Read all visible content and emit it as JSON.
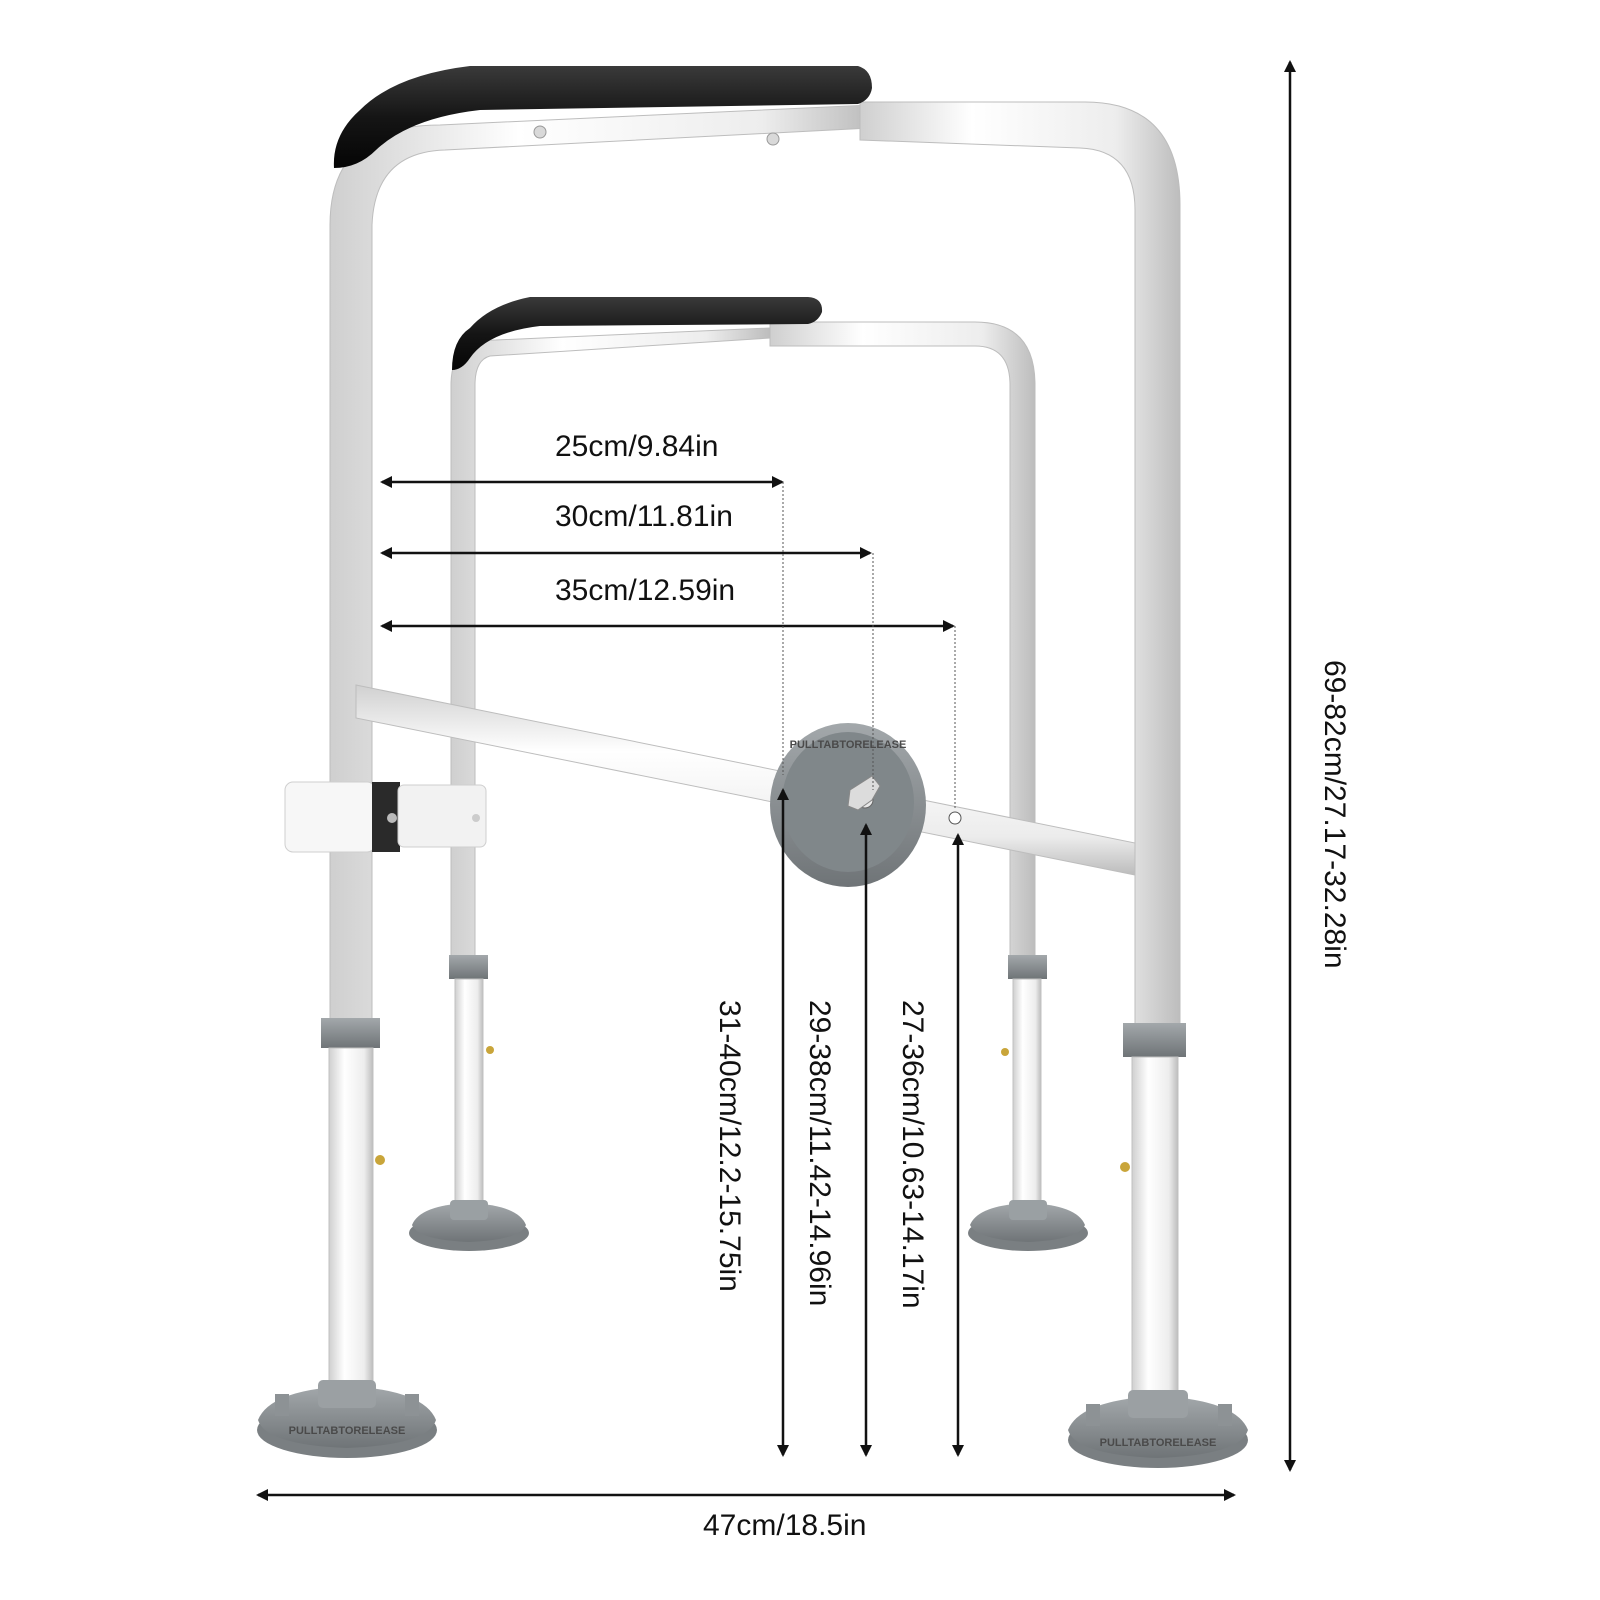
{
  "product": {
    "pad_logo": "PULLTABTORELEASE",
    "foot_text_left": "PULLTABTORELEASE",
    "foot_text_right": "PULLTABTORELEASE"
  },
  "dimensions": {
    "depth_25": "25cm/9.84in",
    "depth_30": "30cm/11.81in",
    "depth_35": "35cm/12.59in",
    "total_height": "69-82cm/27.17-32.28in",
    "bar_height_1": "31-40cm/12.2-15.75in",
    "bar_height_2": "29-38cm/11.42-14.96in",
    "bar_height_3": "27-36cm/10.63-14.17in",
    "width": "47cm/18.5in"
  },
  "colors": {
    "frame": "#f4f4f4",
    "frame_shadow": "#c9c9c9",
    "grip": "#1e1e1e",
    "rubber": "#8c9194",
    "line": "#111111"
  }
}
